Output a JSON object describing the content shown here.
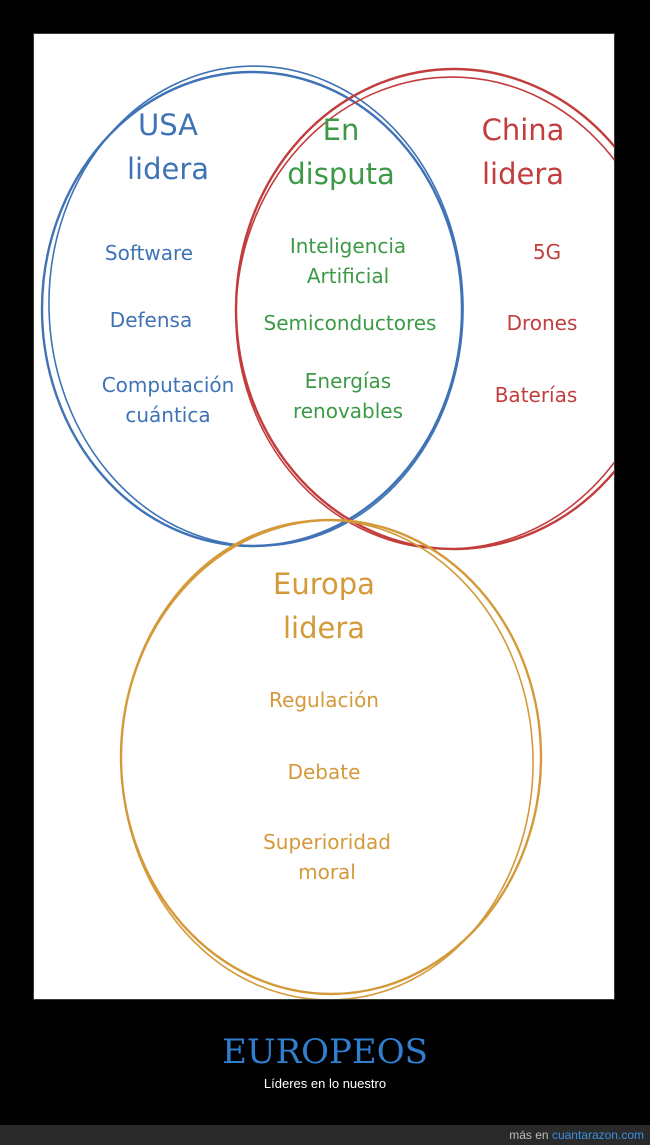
{
  "venn": {
    "usa": {
      "title_1": "USA",
      "title_2": "lidera",
      "items": [
        "Software",
        "Defensa",
        "Computación",
        "cuántica"
      ]
    },
    "dispute": {
      "title_1": "En",
      "title_2": "disputa",
      "items": [
        "Inteligencia",
        "Artificial",
        "Semiconductores",
        "Energías",
        "renovables"
      ]
    },
    "china": {
      "title_1": "China",
      "title_2": "lidera",
      "items": [
        "5G",
        "Drones",
        "Baterías"
      ]
    },
    "europe": {
      "title_1": "Europa",
      "title_2": "lidera",
      "items": [
        "Regulación",
        "Debate",
        "Superioridad",
        "moral"
      ]
    },
    "colors": {
      "usa": "#3f73b5",
      "dispute": "#3c9a47",
      "china": "#c23d3d",
      "europe": "#d49a3a"
    }
  },
  "caption": {
    "title": "EUROPEOS",
    "subtitle": "Líderes en lo nuestro"
  },
  "footer": {
    "prefix": "más en ",
    "link_text": "cuantarazon.com"
  }
}
